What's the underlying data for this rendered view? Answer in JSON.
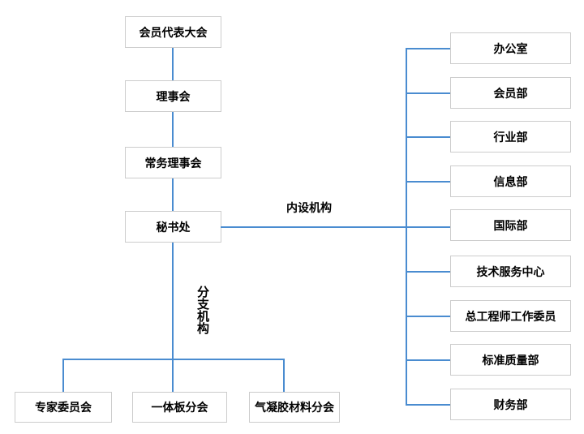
{
  "diagram": {
    "connector_color": "#4a8cd0",
    "box_border_color": "#cccccc",
    "box_background": "#ffffff",
    "text_color": "#000000",
    "labels": {
      "internal": "内设机构",
      "branch": "分支机构"
    },
    "governance_chain": [
      "会员代表大会",
      "理事会",
      "常务理事会",
      "秘书处"
    ],
    "internal_departments": [
      "办公室",
      "会员部",
      "行业部",
      "信息部",
      "国际部",
      "技术服务中心",
      "总工程师工作委员",
      "标准质量部",
      "财务部"
    ],
    "branch_organizations": [
      "专家委员会",
      "一体板分会",
      "气凝胶材料分会"
    ]
  }
}
